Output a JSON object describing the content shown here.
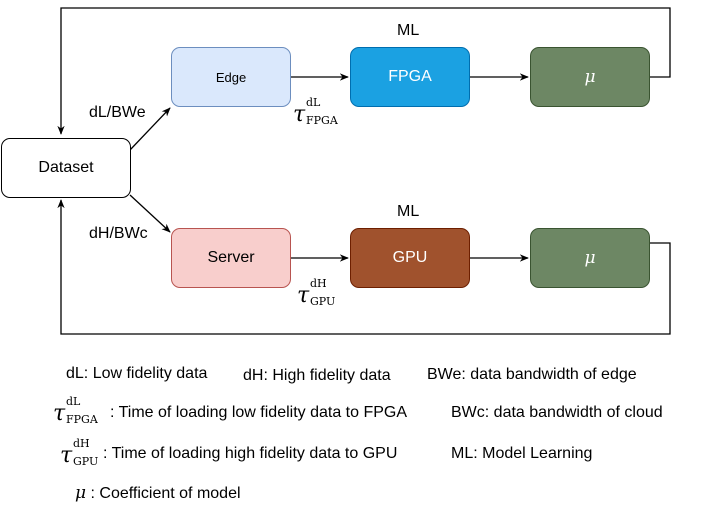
{
  "nodes": {
    "dataset": "Dataset",
    "edge": "Edge",
    "fpga": "FPGA",
    "mu_top": "μ",
    "server": "Server",
    "gpu": "GPU",
    "mu_bottom": "μ"
  },
  "labels": {
    "ml_top": "ML",
    "ml_bottom": "ML",
    "dl_bwe": "dL/BWe",
    "dh_bwc": "dH/BWc",
    "tau_fpga_symbol": "τ",
    "tau_fpga_sup": "dL",
    "tau_fpga_sub": "FPGA",
    "tau_gpu_symbol": "τ",
    "tau_gpu_sup": "dH",
    "tau_gpu_sub": "GPU"
  },
  "legend": {
    "dl": "dL: Low fidelity data",
    "dh": "dH: High fidelity data",
    "bwe": "BWe: data bandwidth of edge",
    "tau_fpga_text": ": Time of loading low fidelity data to FPGA",
    "bwc": "BWc: data bandwidth of cloud",
    "tau_gpu_text": ": Time of loading high fidelity data to GPU",
    "ml": "ML: Model Learning",
    "mu_symbol": "μ",
    "mu_text": " : Coefficient of model"
  },
  "colors": {
    "edge_fill": "#dae8fc",
    "edge_stroke": "#6c8ebf",
    "fpga_fill": "#1ba1e2",
    "mu_fill": "#6d8764",
    "server_fill": "#f8cecc",
    "gpu_fill": "#a0522d"
  }
}
